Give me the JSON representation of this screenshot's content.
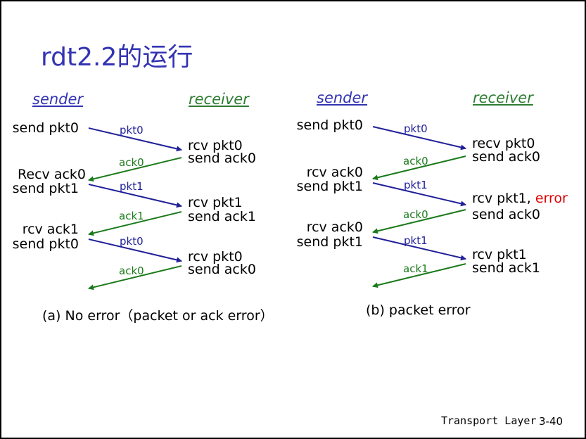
{
  "title": "rdt2.2的运行",
  "colors": {
    "packet": "#1f1f99",
    "ack": "#1b7a1b",
    "error": "#e00000",
    "title": "#3333b3"
  },
  "diagram_a": {
    "sender_label": "sender",
    "receiver_label": "receiver",
    "sender_events": [
      "send pkt0",
      "Recv ack0",
      "send pkt1",
      "rcv ack1",
      "send pkt0"
    ],
    "receiver_events": [
      "rcv pkt0",
      "send ack0",
      "rcv pkt1",
      "send ack1",
      "rcv pkt0",
      "send ack0"
    ],
    "messages": [
      "pkt0",
      "ack0",
      "pkt1",
      "ack1",
      "pkt0",
      "ack0"
    ],
    "caption": "(a) No error（packet or ack error）"
  },
  "diagram_b": {
    "sender_label": "sender",
    "receiver_label": "receiver",
    "sender_events": [
      "send pkt0",
      "rcv ack0",
      "send pkt1",
      "rcv ack0",
      "send pkt1"
    ],
    "receiver_events": [
      "recv pkt0",
      "send ack0",
      "rcv pkt1,",
      "error",
      "send ack0",
      "rcv pkt1",
      "send ack1"
    ],
    "messages": [
      "pkt0",
      "ack0",
      "pkt1",
      "ack0",
      "pkt1",
      "ack1"
    ],
    "caption": "(b) packet error"
  },
  "footer": {
    "text": "Transport Layer",
    "page": "3-40"
  }
}
